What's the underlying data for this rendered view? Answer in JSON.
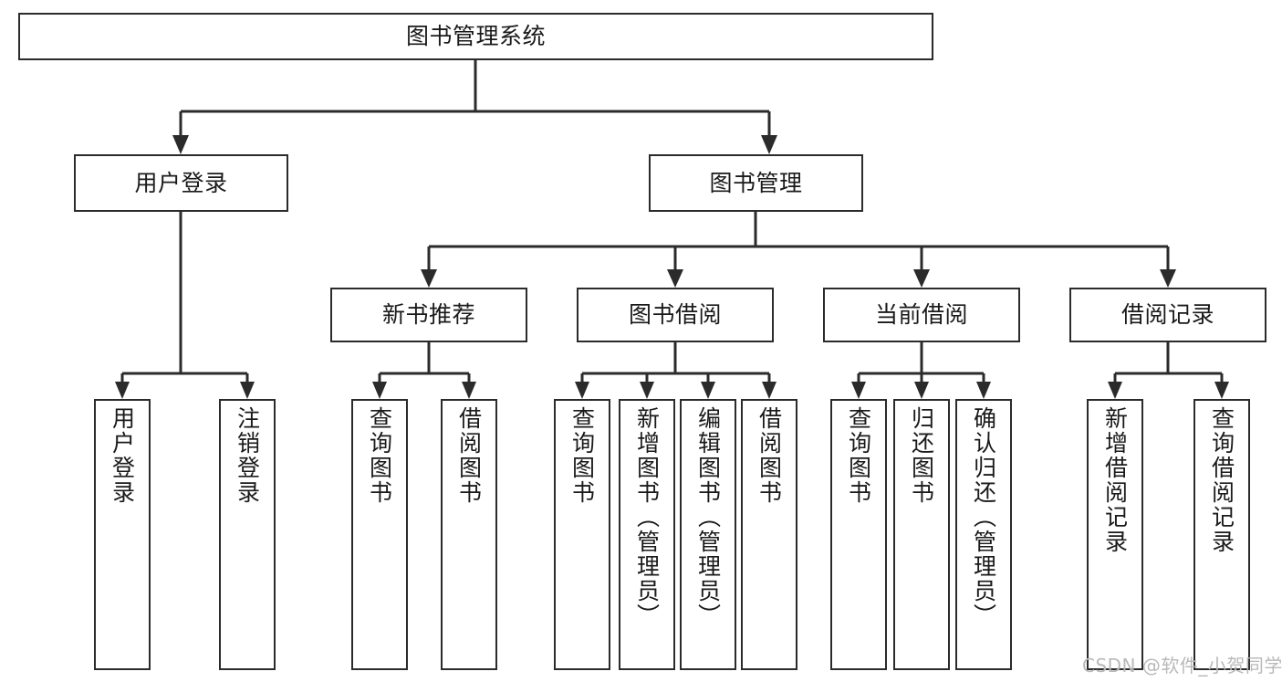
{
  "diagram": {
    "type": "tree",
    "title": "图书管理系统",
    "orientation": "top-down",
    "levels": 4,
    "colors": {
      "node_border": "#2b2b2b",
      "node_fill": "#ffffff",
      "edge": "#2b2b2b",
      "background": "#ffffff",
      "watermark": "#b9b9b9"
    },
    "root": {
      "label": "图书管理系统"
    },
    "level2": [
      {
        "label": "用户登录"
      },
      {
        "label": "图书管理"
      }
    ],
    "level3": [
      {
        "label": "新书推荐"
      },
      {
        "label": "图书借阅"
      },
      {
        "label": "当前借阅"
      },
      {
        "label": "借阅记录"
      }
    ],
    "leaves": {
      "user_login": [
        {
          "label": "用户登录"
        },
        {
          "label": "注销登录"
        }
      ],
      "new_book_recommend": [
        {
          "label": "查询图书"
        },
        {
          "label": "借阅图书"
        }
      ],
      "book_borrow": [
        {
          "label": "查询图书"
        },
        {
          "label": "新增图书（管理员）"
        },
        {
          "label": "编辑图书（管理员）"
        },
        {
          "label": "借阅图书"
        }
      ],
      "current_borrow": [
        {
          "label": "查询图书"
        },
        {
          "label": "归还图书"
        },
        {
          "label": "确认归还（管理员）"
        }
      ],
      "borrow_record": [
        {
          "label": "新增借阅记录"
        },
        {
          "label": "查询借阅记录"
        }
      ]
    }
  },
  "watermark": {
    "text": "CSDN @软件_小贺同学"
  }
}
